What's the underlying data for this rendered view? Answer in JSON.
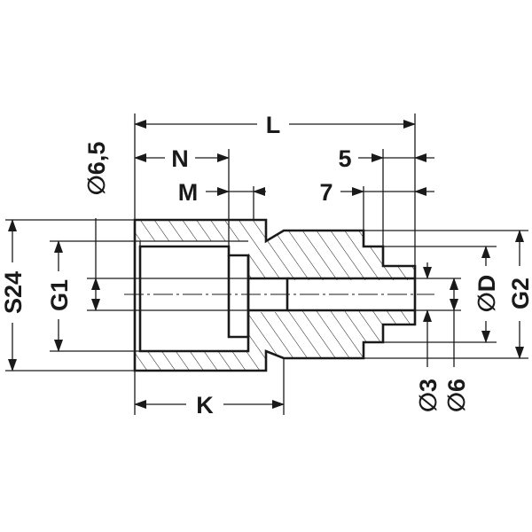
{
  "drawing": {
    "type": "technical-drawing",
    "subject": "threaded-reducing-adapter",
    "colors": {
      "ink": "#1a1a1a",
      "background": "#ffffff"
    },
    "dimensions": {
      "L": "L",
      "N": "N",
      "M": "M",
      "K": "K",
      "dia_6_5": "∅6,5",
      "five": "5",
      "seven": "7",
      "S24": "S24",
      "G1": "G1",
      "G2": "G2",
      "dia_D": "∅D",
      "dia_3": "∅3",
      "dia_6": "∅6"
    }
  }
}
